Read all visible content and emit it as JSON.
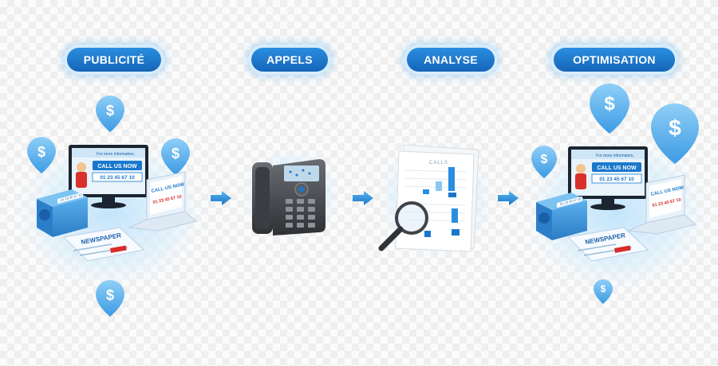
{
  "steps": [
    {
      "label": "PUBLICITÉ"
    },
    {
      "label": "APPELS"
    },
    {
      "label": "ANALYSE"
    },
    {
      "label": "OPTIMISATION"
    }
  ],
  "ad": {
    "info_text": "For more information,",
    "cta_text": "CALL US NOW",
    "phone_text": "01 23 45 67 10",
    "laptop_cta": "CALL US NOW",
    "laptop_phone": "01 23 45 67 10",
    "newspaper_text": "NEWSPAPER",
    "radio_text": "01 23 45 67 10"
  },
  "report": {
    "title": "CALLS"
  },
  "icons": {
    "dollar_symbol": "$",
    "dollar_pin": "dollar-pin-icon",
    "arrow": "chevron-right-arrow-icon",
    "phone": "desk-phone-icon",
    "magnifier": "magnifier-icon"
  },
  "colors": {
    "accent": "#1a78cc",
    "pill_gradient_top": "#2a8ee0",
    "pill_gradient_bottom": "#1565b8",
    "glow": "#cfe9fb",
    "cta_red": "#d92b2b"
  }
}
